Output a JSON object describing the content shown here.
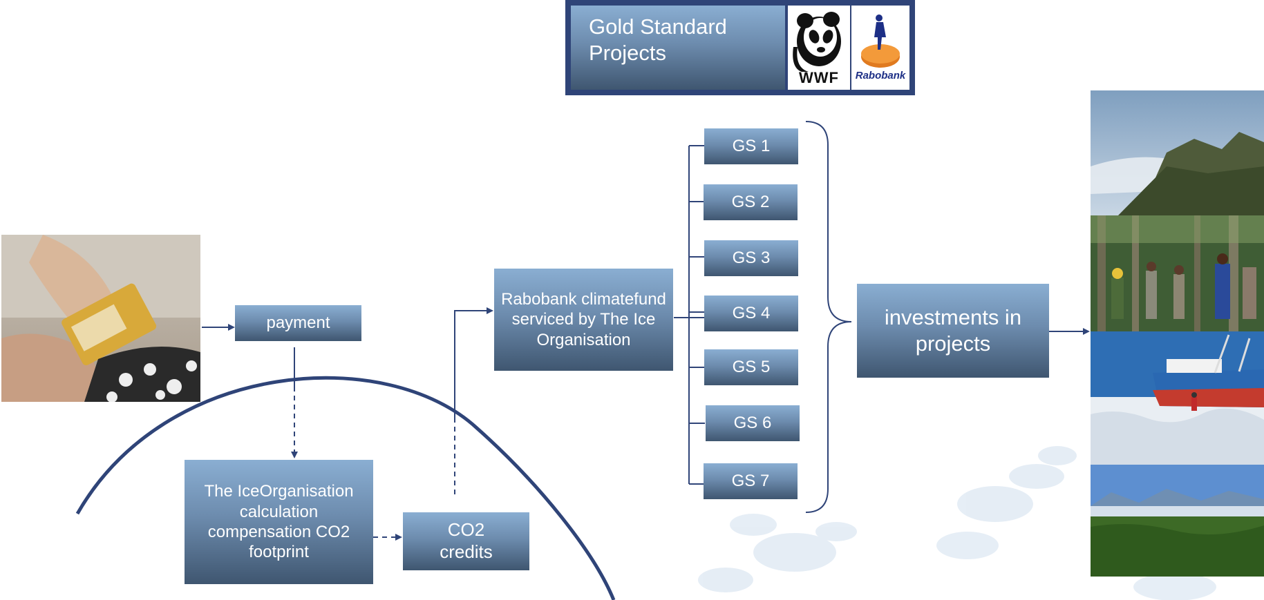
{
  "header": {
    "title": "Gold Standard Projects"
  },
  "logos": {
    "wwf": "WWF",
    "rabobank": "Rabobank"
  },
  "nodes": {
    "payment": "payment",
    "calculation": "The IceOrganisation calculation compensation CO2 footprint",
    "co2": "CO2 credits",
    "fund": "Rabobank climatefund serviced by The Ice Organisation",
    "investments": "investments in projects"
  },
  "projects": [
    "GS 1",
    "GS 2",
    "GS 3",
    "GS 4",
    "GS 5",
    "GS 6",
    "GS 7"
  ],
  "colors": {
    "line": "#2f4478",
    "box_top": "#8aaed2",
    "box_bottom": "#3f5670",
    "frost": "#dfe9f3"
  }
}
